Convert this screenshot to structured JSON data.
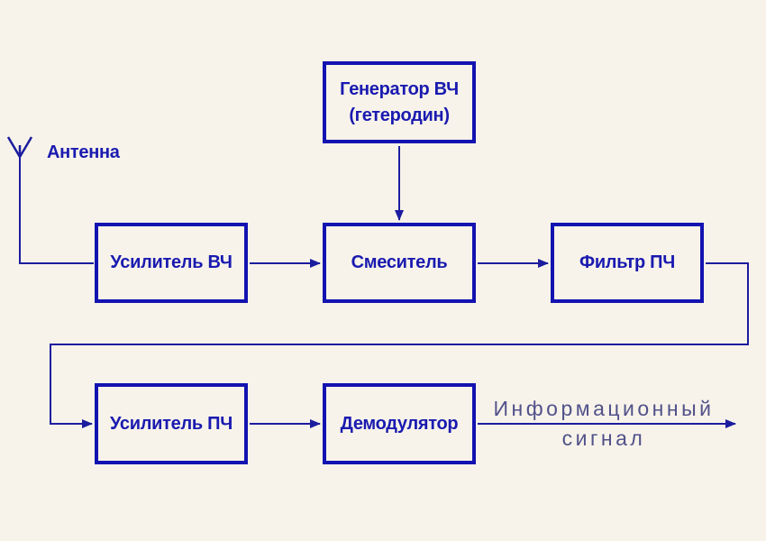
{
  "diagram": {
    "type": "block-diagram",
    "subject": "superheterodyne receiver signal chain",
    "colors": {
      "background": "#f7f3ea",
      "box_border": "#1313b1",
      "box_text": "#1a1ab0",
      "line_color": "#1c1c9f",
      "output_label": "#51518a"
    },
    "antenna_label": "Антенна",
    "blocks": [
      {
        "id": "generator",
        "label_line1": "Генератор ВЧ",
        "label_line2": "(гетеродин)"
      },
      {
        "id": "amp_rf",
        "label": "Усилитель ВЧ"
      },
      {
        "id": "mixer",
        "label": "Смеситель"
      },
      {
        "id": "filter_if",
        "label": "Фильтр ПЧ"
      },
      {
        "id": "amp_if",
        "label": "Усилитель ПЧ"
      },
      {
        "id": "demodulator",
        "label": "Демодулятор"
      }
    ],
    "connections": [
      "antenna -> amp_rf",
      "generator -> mixer",
      "amp_rf -> mixer",
      "mixer -> filter_if",
      "filter_if -> amp_if",
      "amp_if -> demodulator",
      "demodulator -> output"
    ],
    "output_label_line1": "Информационный",
    "output_label_line2": "сигнал"
  }
}
